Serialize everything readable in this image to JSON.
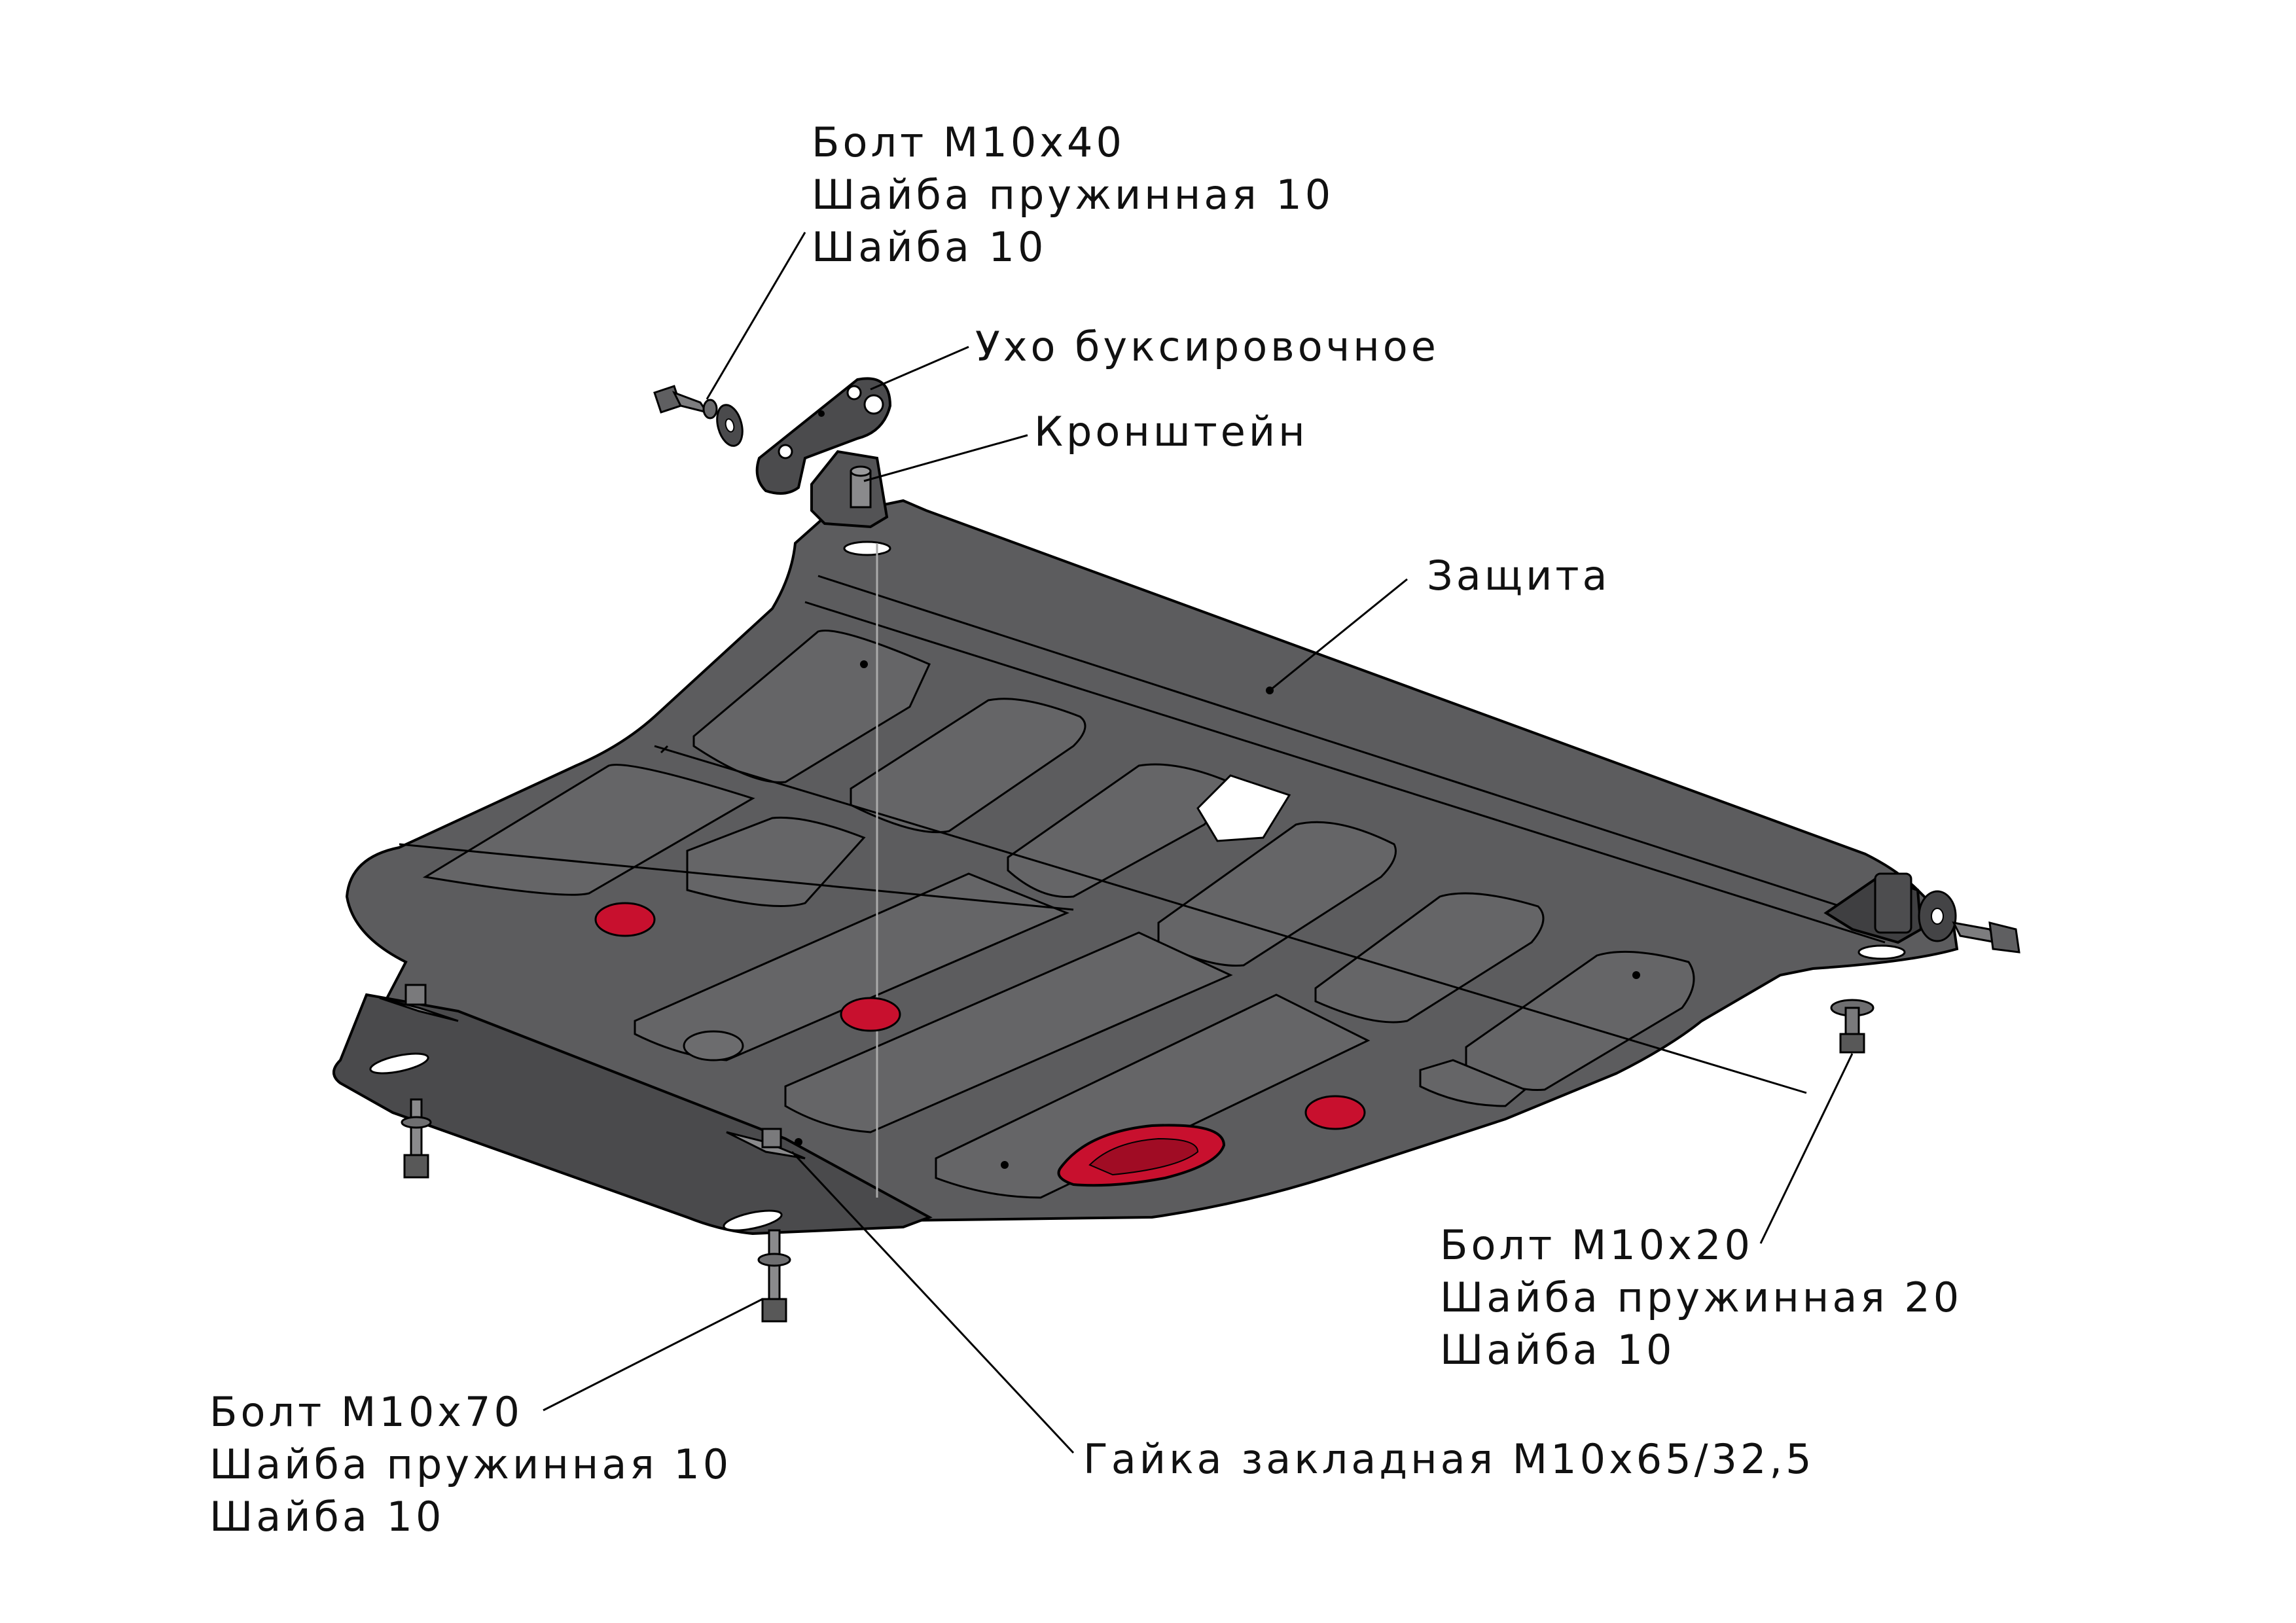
{
  "callouts": {
    "top_fasteners": {
      "line1": "Болт М10х40",
      "line2": "Шайба пружинная 10",
      "line3": "Шайба 10"
    },
    "tow_eye": "Ухо буксировочное",
    "bracket": "Кронштейн",
    "guard": "Защита",
    "right_fasteners": {
      "line1": "Болт М10х20",
      "line2": "Шайба пружинная 20",
      "line3": "Шайба 10"
    },
    "left_fasteners": {
      "line1": "Болт М10х70",
      "line2": "Шайба пружинная 10",
      "line3": "Шайба 10"
    },
    "embedded_nut": "Гайка закладная М10х65/32,5"
  },
  "colors": {
    "plate": "#5c5c5e",
    "plate_shadow": "#3e3e40",
    "plug_red": "#c8102e",
    "line": "#000000",
    "text": "#111111"
  }
}
